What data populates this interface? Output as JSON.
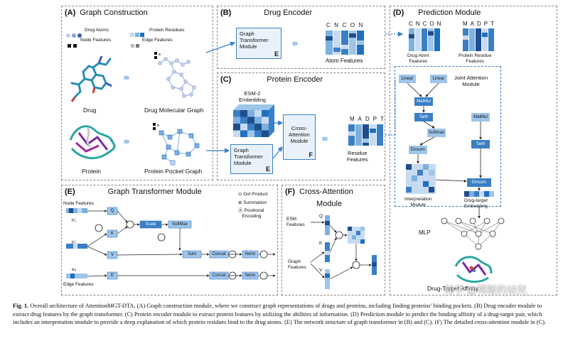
{
  "panelA": {
    "letter": "(A)",
    "title": "Graph Construction",
    "legend": {
      "drug_atoms": "Drug Atoms",
      "protein_residues": "Protein Residues",
      "node_features": "Node Features",
      "edge_features": "Edge Features"
    },
    "drug": "Drug",
    "drug_graph": "Drug Molecular Graph",
    "protein": "Protein",
    "protein_graph": "Protein Pocket Graph"
  },
  "panelB": {
    "letter": "(B)",
    "title": "Drug Encoder",
    "gt_box": [
      "Graph",
      "Transformer",
      "Module"
    ],
    "gt_key": "E",
    "atom_letters": [
      "C",
      "N",
      "C",
      "O",
      "N"
    ],
    "atom_features": "Atom Features"
  },
  "panelC": {
    "letter": "(C)",
    "title": "Protein Encoder",
    "esm": [
      "ESM-2",
      "Embedding"
    ],
    "gt_box": [
      "Graph",
      "Transformer",
      "Module"
    ],
    "gt_key": "E",
    "ca_box": [
      "Cross-",
      "Attention",
      "Module"
    ],
    "ca_key": "F",
    "res_letters": [
      "M",
      "A",
      "D",
      "P",
      "T"
    ],
    "residue_features": [
      "Residue",
      "Features"
    ]
  },
  "panelD": {
    "letter": "(D)",
    "title": "Prediction Module",
    "atom_letters": [
      "C",
      "N",
      "C",
      "O",
      "N"
    ],
    "res_letters": [
      "M",
      "A",
      "D",
      "P",
      "T"
    ],
    "drug_atom_features": [
      "Drug Atom",
      "Features"
    ],
    "protein_residue_features": [
      "Protein Residue",
      "Features"
    ],
    "joint_attention": [
      "Joint Attention",
      "Module"
    ],
    "linear": "Linear",
    "matmul": "MatMul",
    "tanh": "Tanh",
    "softmax": "Softmax",
    "einsum": "Einsum",
    "interpretation": [
      "Interpretation",
      "Module"
    ],
    "dt_embedding": [
      "Drug-target",
      "Embedding"
    ],
    "mlp": "MLP",
    "affinity": "Drug-Target Affinity"
  },
  "panelE": {
    "letter": "(E)",
    "title": "Graph Transformer Module",
    "legend": {
      "dot": "Dot Product",
      "sum": "Summation",
      "pos": [
        "Positional",
        "Encoding"
      ]
    },
    "node_features": "Node Features",
    "edge_features": "Edge Features",
    "h_i": "h'ᵢ",
    "h_j": "h'ⱼ",
    "e_ij": "eᵢⱼ",
    "q": "Q",
    "k": "K",
    "v": "V",
    "e": "E",
    "scale": "Scale",
    "softmax": "SoftMax",
    "sum": "Sum",
    "concat": "Concat",
    "norm": "Norm"
  },
  "panelF": {
    "letter": "(F)",
    "title": [
      "Cross-Attention",
      "Module"
    ],
    "esm": [
      "ESM",
      "Features"
    ],
    "graph": [
      "Graph",
      "Features"
    ],
    "q": "Q",
    "k": "K",
    "v": "V"
  },
  "caption": {
    "label": "Fig. 1.",
    "text": " Overall architecture of AttentionMGT-DTA. (A) Graph construction module, where we construct graph representations of drugs and proteins, including finding proteins’ binding pockets. (B) Drug encoder module to extract drug features by the graph transformer. (C) Protein encoder module to extract protein features by utilizing the abilities of information. (D) Prediction module to predict the binding affinity of a drug-target pair, which includes an interpretation module to provide a deep explanation of which protein residues bind to the drug atoms. (E) The network structure of graph transformer in (B) and (C). (F) The detailed cross-attention module in (C)."
  },
  "watermark": "知乎 @稀飯的幼兒",
  "colors": {
    "accent": "#3a7fc6",
    "light_blue": "#9ec5ea",
    "dark_blue": "#1f4e8c",
    "panel_border": "#888888"
  }
}
